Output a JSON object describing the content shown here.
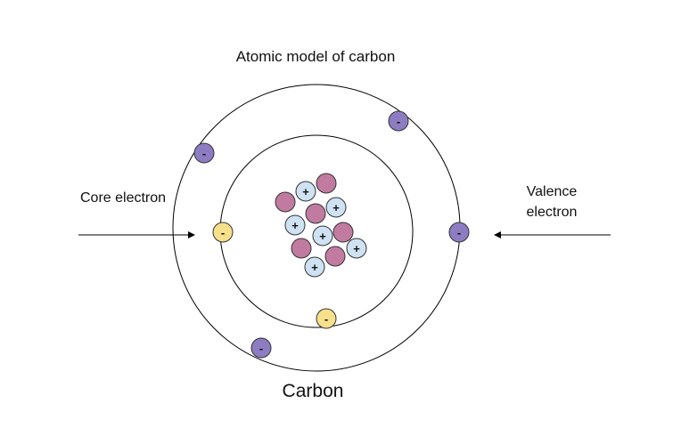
{
  "title": "Atomic model of carbon",
  "element_name": "Carbon",
  "labels": {
    "core_electron": "Core electron",
    "valence_electron_line1": "Valence",
    "valence_electron_line2": "electron"
  },
  "symbols": {
    "electron": "-",
    "proton": "+"
  },
  "counts": {
    "core_electrons": 2,
    "valence_electrons": 4,
    "protons": 6,
    "neutrons": 6
  },
  "colors": {
    "core_electron": "#f7e08a",
    "valence_electron": "#8e7cc3",
    "proton": "#cfe2f3",
    "neutron": "#c27ba0",
    "line": "#000000"
  }
}
